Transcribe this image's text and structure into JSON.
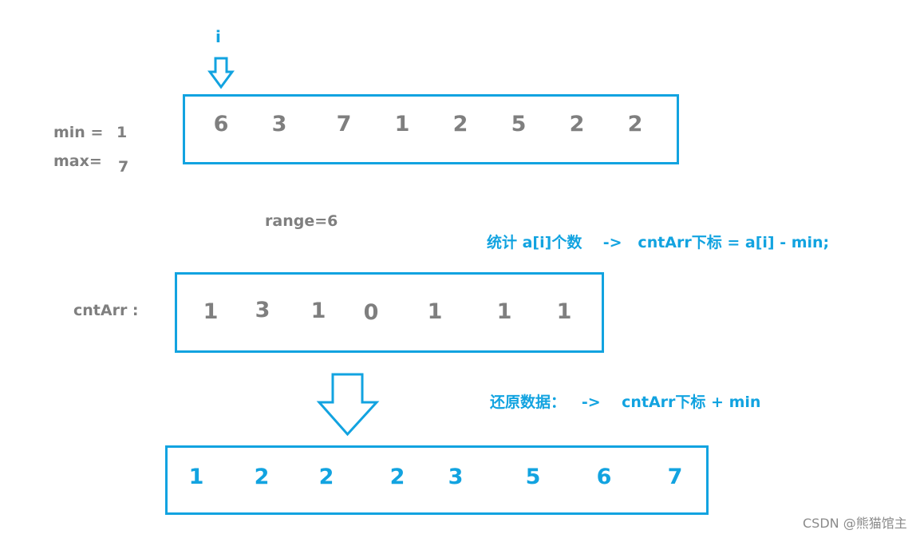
{
  "pointer": {
    "label": "i"
  },
  "stats": {
    "min_label": "min =",
    "min_value": "1",
    "max_label": "max=",
    "max_value": "7"
  },
  "input_array": {
    "values": [
      "6",
      "3",
      "7",
      "1",
      "2",
      "5",
      "2",
      "2"
    ]
  },
  "range_label": "range=6",
  "count_note": "统计 a[i]个数    ->   cntArr下标 = a[i] - min;",
  "cnt_array": {
    "label": "cntArr :",
    "values": [
      "1",
      "3",
      "1",
      "0",
      "1",
      "1",
      "1"
    ]
  },
  "restore_note": "还原数据：   ->    cntArr下标 + min",
  "output_array": {
    "values": [
      "1",
      "2",
      "2",
      "2",
      "3",
      "5",
      "6",
      "7"
    ]
  },
  "watermark": "CSDN @熊猫馆主",
  "colors": {
    "accent": "#12a3e0",
    "text_gray": "#7f7f7f"
  }
}
